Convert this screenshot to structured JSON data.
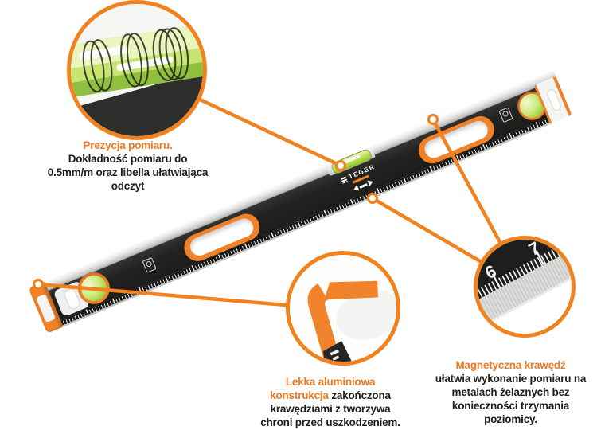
{
  "page": {
    "background": "#ffffff"
  },
  "colors": {
    "accent_orange": "#f0831f",
    "heading_orange": "#ed7b23",
    "text_dark": "#1d1d1b",
    "vial_green": "#9ed23e"
  },
  "brand": {
    "name": "TEGER"
  },
  "level": {
    "ruler_numbers": [
      "6",
      "7"
    ]
  },
  "callouts": {
    "precision": {
      "title": "Prezycja pomiaru.",
      "body": "Dokładność pomiaru do 0.5mm/m oraz libella ułatwiająca odczyt"
    },
    "aluminum": {
      "title": "Lekka aluminiowa konstrukcja",
      "body": "zakończona krawędziami z tworzywa chroni przed uszkodzeniem."
    },
    "magnetic": {
      "title": "Magnetyczna krawędź",
      "body": "ułatwia wykonanie pomiaru na metalach żelaznych bez konieczności trzymania poziomicy."
    }
  }
}
